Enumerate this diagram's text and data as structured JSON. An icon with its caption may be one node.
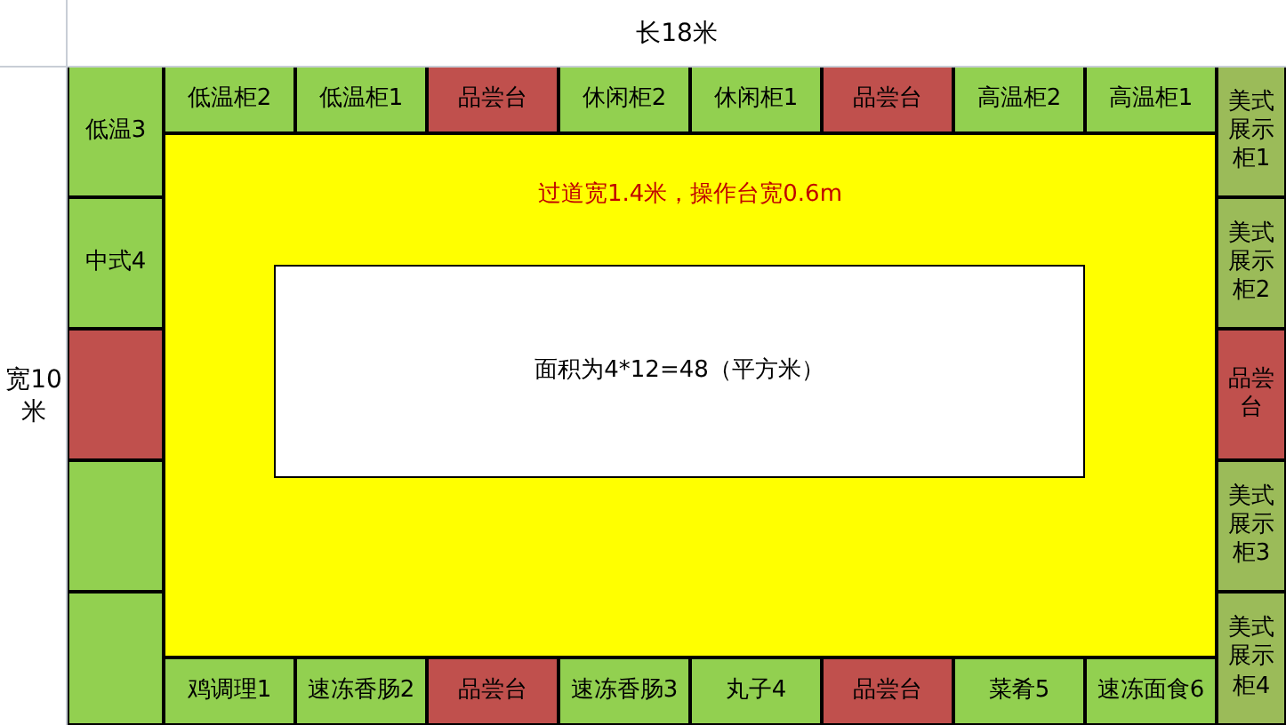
{
  "diagram": {
    "nodes": [
      {
        "text": [
          "过道宽1.4米，操作台宽0.6m"
        ]
      },
      {
        "text": [
          "面积为4*12=48（平方米）"
        ],
        "in": 0
      },
      {
        "text": [
          "低温3"
        ]
      },
      {
        "text": [
          "低温柜2"
        ]
      },
      {
        "text": [
          "低温柜1"
        ]
      },
      {
        "text": [
          "品尝台"
        ]
      },
      {
        "text": [
          "休闲柜2"
        ]
      },
      {
        "text": [
          "休闲柜1"
        ]
      },
      {
        "text": [
          "品尝台"
        ]
      },
      {
        "text": [
          "高温柜2"
        ]
      },
      {
        "text": [
          "高温柜1"
        ]
      },
      {
        "text": [
          "美式展示柜1"
        ]
      },
      {
        "text": [
          "中式4"
        ]
      },
      {
        "text": [
          "美式展示柜2"
        ]
      },
      {
        "text": [],
        "shape": "box"
      },
      {
        "text": [
          "品尝台"
        ]
      },
      {
        "text": [],
        "shape": "box"
      },
      {
        "text": [
          "美式展示柜3"
        ]
      },
      {
        "text": [],
        "shape": "box"
      },
      {
        "text": [
          "美式展示柜4"
        ]
      },
      {
        "text": [
          "鸡调理1"
        ]
      },
      {
        "text": [
          "速冻香肠2"
        ]
      },
      {
        "text": [
          "品尝台"
        ]
      },
      {
        "text": [
          "速冻香肠3"
        ]
      },
      {
        "text": [
          "丸子4"
        ]
      },
      {
        "text": [
          "品尝台"
        ]
      },
      {
        "text": [
          "菜肴5"
        ]
      },
      {
        "text": [
          "速冻面食6"
        ]
      }
    ],
    "labels": [
      "长18米",
      "宽10米"
    ]
  }
}
